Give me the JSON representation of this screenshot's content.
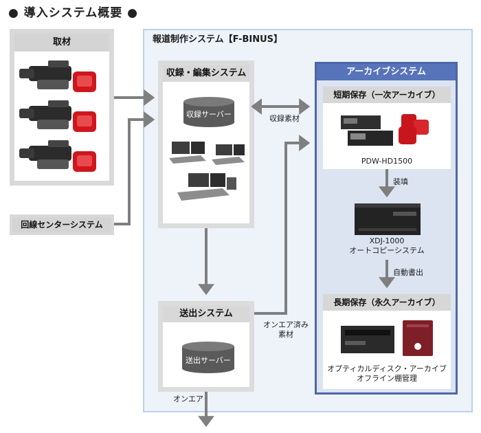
{
  "heading": "● 導入システム概要 ●",
  "shuzai": {
    "title": "取材"
  },
  "kaisen": {
    "title": "回線センターシステム"
  },
  "houdou": {
    "title": "報道制作システム【F-BINUS】"
  },
  "shuroku": {
    "title": "収録・編集システム",
    "server": "収録サーバー"
  },
  "soshutsu": {
    "title": "送出システム",
    "server": "送出サーバー"
  },
  "archive": {
    "title": "アーカイブシステム",
    "short_term": {
      "title": "短期保存（一次アーカイブ）",
      "device": "PDW-HD1500"
    },
    "autocopy": {
      "line1": "XDJ-1000",
      "line2": "オートコピーシステム"
    },
    "long_term": {
      "title": "長期保存（永久アーカイブ）",
      "line1": "オプティカルディスク・アーカイブ",
      "line2": "オフライン棚管理"
    }
  },
  "arrows": {
    "shuroku_material": "収録素材",
    "soukou": "装填",
    "auto_write": "自動書出",
    "onair_material_1": "オンエア済み",
    "onair_material_2": "素材",
    "onair": "オンエア"
  },
  "colors": {
    "archive_border": "#4d66a8",
    "archive_head": "#5773b9",
    "arrow": "#7f7f7f",
    "camera_red": "#d0161c"
  }
}
